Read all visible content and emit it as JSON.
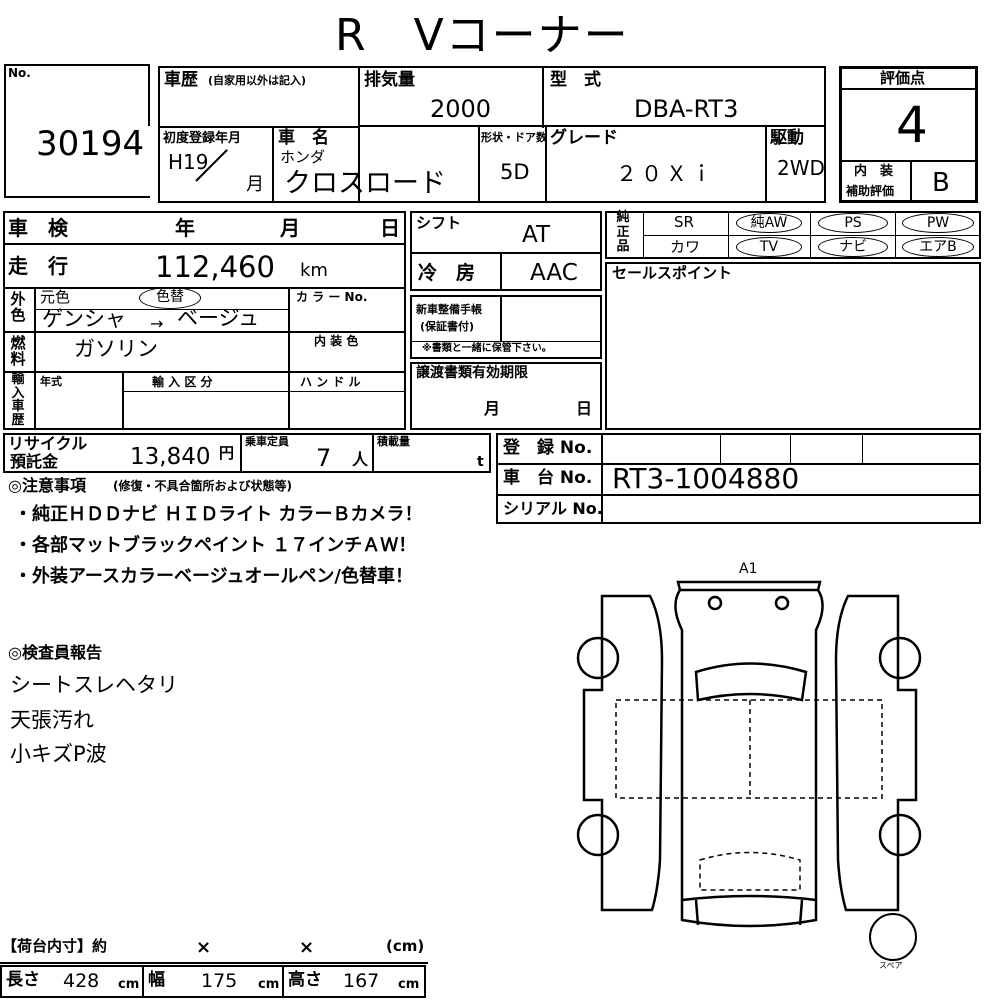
{
  "header": {
    "title": "R　Vコーナー"
  },
  "no": {
    "label": "No.",
    "value": "30194"
  },
  "history": {
    "label": "車歴",
    "note": "(自家用以外は記入)"
  },
  "displacement": {
    "label": "排気量",
    "value": "2000"
  },
  "model": {
    "label": "型　式",
    "value": "DBA-RT3"
  },
  "rating": {
    "label": "評価点",
    "score": "4",
    "interior_label_1": "内　装",
    "interior_label_2": "補助評価",
    "interior_value": "B"
  },
  "first_reg": {
    "label": "初度登録年月",
    "era": "H19",
    "month": "月"
  },
  "car_name": {
    "label": "車　名",
    "maker": "ホンダ",
    "value": "クロスロード"
  },
  "doors": {
    "label": "形状・ドア数",
    "value": "5D"
  },
  "grade": {
    "label": "グレード",
    "value": "２０Ｘｉ"
  },
  "drive": {
    "label": "駆動",
    "value": "2WD"
  },
  "inspection": {
    "label": "車　検",
    "year": "年",
    "month": "月",
    "day": "日"
  },
  "shift": {
    "label": "シフト",
    "value": "AT"
  },
  "mileage": {
    "label": "走　行",
    "value": "112,460",
    "unit": "km"
  },
  "aircon": {
    "label": "冷　房",
    "value": "AAC"
  },
  "color": {
    "side": "外色",
    "original_label": "元色",
    "repaint_label": "色替",
    "color_no_label": "カ ラ ー No.",
    "from": "ゲンシャ",
    "arrow": "→",
    "to": "ベージュ"
  },
  "fuel": {
    "side": "燃料",
    "value": "ガソリン",
    "interior_color_label": "内 装 色"
  },
  "maintenance": {
    "label_1": "新車整備手帳",
    "label_2": "(保証書付)",
    "note": "※書類と一緒に保管下さい。"
  },
  "import": {
    "side": "輸入車歴",
    "year_label": "年式",
    "category_label": "輸 入 区 分",
    "handle_label": "ハ ン ド ル"
  },
  "transfer": {
    "label": "譲渡書類有効期限",
    "month": "月",
    "day": "日"
  },
  "equipment": {
    "side": "純正品",
    "row1": [
      "SR",
      "純AW",
      "PS",
      "PW"
    ],
    "row2": [
      "カワ",
      "TV",
      "ナビ",
      "エアB"
    ],
    "circled": [
      "純AW",
      "TV",
      "ナビ",
      "エアB"
    ]
  },
  "sales_point": {
    "label": "セールスポイント"
  },
  "recycle": {
    "label_1": "リサイクル",
    "label_2": "預託金",
    "value": "13,840",
    "unit": "円"
  },
  "capacity": {
    "label": "乗車定員",
    "value": "7",
    "unit": "人"
  },
  "load": {
    "label": "積載量",
    "unit": "t"
  },
  "registration": {
    "label": "登　録 No."
  },
  "chassis": {
    "label": "車　台 No.",
    "value": "RT3-1004880"
  },
  "serial": {
    "label": "シリアル No."
  },
  "notes": {
    "title": "◎注意事項",
    "subtitle": "(修復・不具合箇所および状態等)",
    "lines": [
      "・純正ＨＤＤナビ ＨＩＤライト カラーＢカメラ！",
      "・各部マットブラックペイント １７インチＡＷ！",
      "・外装アースカラーベージュオールペン/色替車！"
    ]
  },
  "inspector": {
    "title": "◎検査員報告",
    "lines": [
      "シートスレヘタリ",
      "天張汚れ",
      "小キズP波"
    ]
  },
  "diagram": {
    "mark": "A1",
    "spare_label": "スペア"
  },
  "cargo": {
    "title": "【荷台内寸】約",
    "x1": "×",
    "x2": "×",
    "unit_label": "(cm)"
  },
  "dimensions": {
    "length_label": "長さ",
    "length": "428",
    "width_label": "幅",
    "width": "175",
    "height_label": "高さ",
    "height": "167",
    "unit": "cm"
  }
}
